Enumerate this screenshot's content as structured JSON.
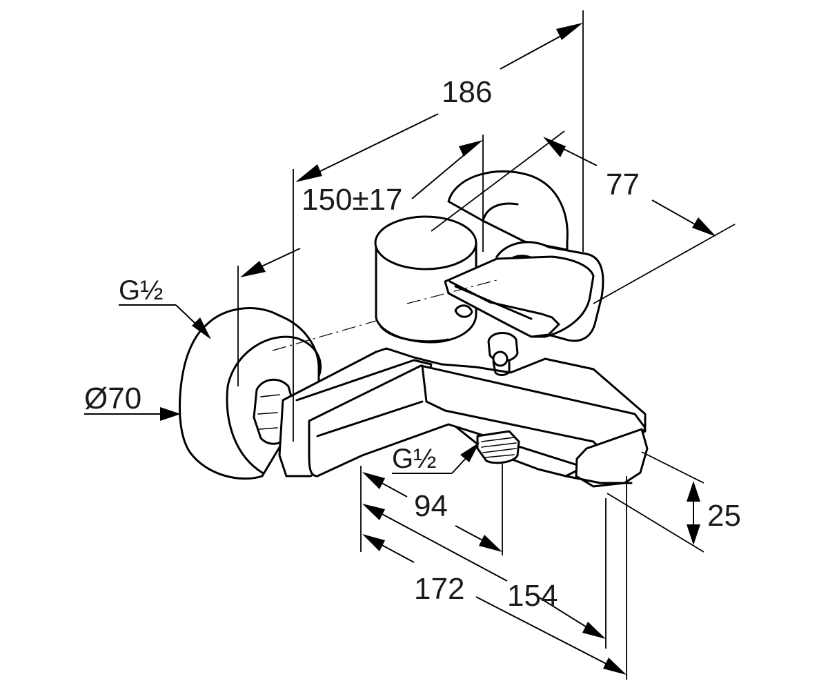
{
  "diagram": {
    "dimensions": {
      "overall_depth": "186",
      "wall_distance": "150±17",
      "body_width": "77",
      "inlet_thread_side": "G½",
      "flange_diameter": "Ø70",
      "outlet_thread": "G½",
      "outlet_offset": "94",
      "spout_length": "172",
      "spout_projection": "154",
      "spout_height": "25"
    }
  }
}
